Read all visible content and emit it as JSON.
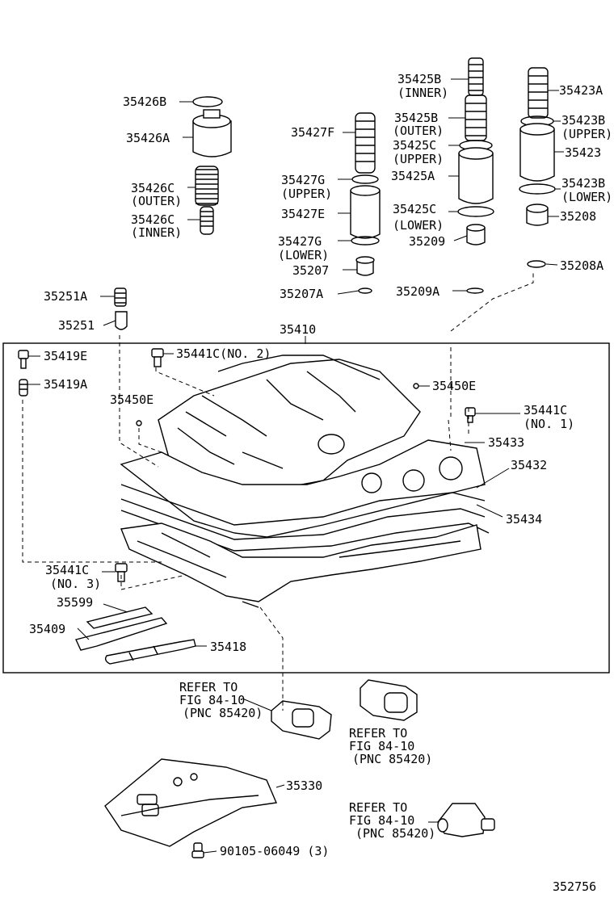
{
  "labels": {
    "p35426B": "35426B",
    "p35426A": "35426A",
    "p35426C_outer": "35426C",
    "outer_1": "(OUTER)",
    "p35426C_inner": "35426C",
    "inner_1": "(INNER)",
    "p35427F": "35427F",
    "p35427G_upper": "35427G",
    "upper_1": "(UPPER)",
    "p35427E": "35427E",
    "p35427G_lower": "35427G",
    "lower_1": "(LOWER)",
    "p35207": "35207",
    "p35207A": "35207A",
    "p35425B_inner": "35425B",
    "inner_2": "(INNER)",
    "p35425B_outer": "35425B",
    "outer_2": "(OUTER)",
    "p35425C_upper": "35425C",
    "upper_2": "(UPPER)",
    "p35425A": "35425A",
    "p35425C_lower": "35425C",
    "lower_2": "(LOWER)",
    "p35209": "35209",
    "p35209A": "35209A",
    "p35423A": "35423A",
    "p35423B_upper": "35423B",
    "upper_3": "(UPPER)",
    "p35423": "35423",
    "p35423B_lower": "35423B",
    "lower_3": "(LOWER)",
    "p35208": "35208",
    "p35208A": "35208A",
    "p35251A": "35251A",
    "p35251": "35251",
    "p35410": "35410",
    "p35419E": "35419E",
    "p35419A": "35419A",
    "p35441C_no2": "35441C(NO. 2)",
    "p35450E_left": "35450E",
    "p35450E_right": "35450E",
    "p35441C_no1": "35441C",
    "no1": "(NO. 1)",
    "p35433": "35433",
    "p35432": "35432",
    "p35434": "35434",
    "p35441C_no3": "35441C",
    "no3": "(NO. 3)",
    "p35599": "35599",
    "p35409": "35409",
    "p35418": "35418",
    "p35330": "35330",
    "p90105": "90105-06049 (3)",
    "diagram_id": "352756"
  },
  "refers": [
    {
      "line1": "REFER TO",
      "line2": "FIG 84-10",
      "line3": "(PNC 85420)"
    },
    {
      "line1": "REFER TO",
      "line2": "FIG 84-10",
      "line3": "(PNC 85420)"
    },
    {
      "line1": "REFER TO",
      "line2": "FIG 84-10",
      "line3": "(PNC 85420)"
    }
  ]
}
